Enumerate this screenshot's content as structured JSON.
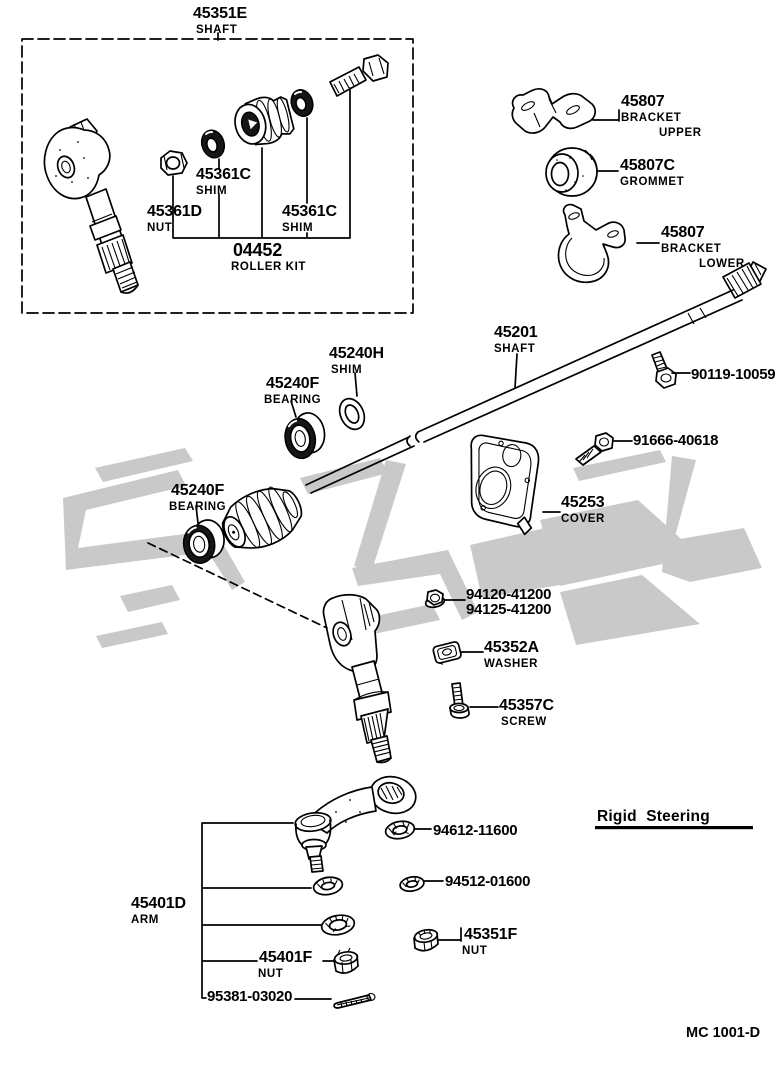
{
  "page": {
    "section_title": "Rigid Steering",
    "drawing_code": "MC 1001-D"
  },
  "labels": {
    "shaft_sub": {
      "num": "45351E",
      "desc": "SHAFT"
    },
    "shim_a": {
      "num": "45361C",
      "desc": "SHIM"
    },
    "nut_a": {
      "num": "45361D",
      "desc": "NUT"
    },
    "shim_b": {
      "num": "45361C",
      "desc": "SHIM"
    },
    "roller_kit": {
      "num": "04452",
      "desc": "ROLLER KIT"
    },
    "bracket_upper": {
      "num": "45807",
      "desc": "BRACKET",
      "desc2": "UPPER"
    },
    "grommet": {
      "num": "45807C",
      "desc": "GROMMET"
    },
    "bracket_lower": {
      "num": "45807",
      "desc": "BRACKET",
      "desc2": "LOWER"
    },
    "main_shaft": {
      "num": "45201",
      "desc": "SHAFT"
    },
    "bolt_90119": {
      "num": "90119-10059"
    },
    "bolt_91666": {
      "num": "91666-40618"
    },
    "cover": {
      "num": "45253",
      "desc": "COVER"
    },
    "shim_h": {
      "num": "45240H",
      "desc": "SHIM"
    },
    "bearing_upper": {
      "num": "45240F",
      "desc": "BEARING"
    },
    "bearing_lower": {
      "num": "45240F",
      "desc": "BEARING"
    },
    "nut_94120": {
      "num": "94120-41200"
    },
    "nut_94125": {
      "num": "94125-41200"
    },
    "washer_45352a": {
      "num": "45352A",
      "desc": "WASHER"
    },
    "screw_45357c": {
      "num": "45357C",
      "desc": "SCREW"
    },
    "washer_94612": {
      "num": "94612-11600"
    },
    "washer_94512": {
      "num": "94512-01600"
    },
    "arm": {
      "num": "45401D",
      "desc": "ARM"
    },
    "nut_45351f": {
      "num": "45351F",
      "desc": "NUT"
    },
    "nut_45401f": {
      "num": "45401F",
      "desc": "NUT"
    },
    "cotter_pin": {
      "num": "95381-03020"
    }
  }
}
